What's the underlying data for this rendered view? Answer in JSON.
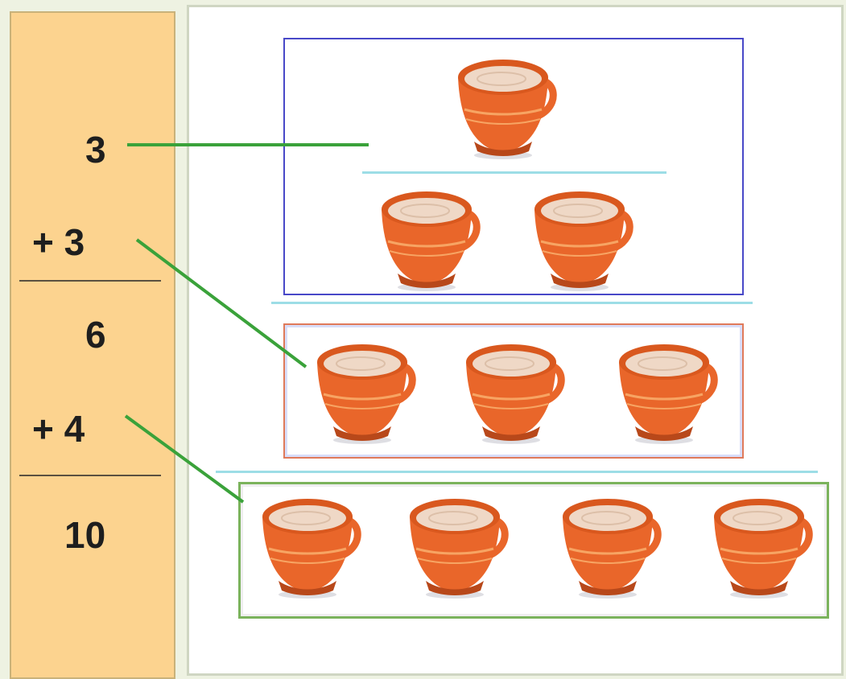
{
  "sum": {
    "top": "3",
    "plus1": "+ 3",
    "sub1": "6",
    "plus2": "+ 4",
    "total": "10"
  },
  "rows": [
    {
      "cups": 1
    },
    {
      "cups": 2
    },
    {
      "cups": 3
    },
    {
      "cups": 4
    }
  ],
  "colors": {
    "panel": "#fcd38f",
    "connector": "#3aa23a",
    "box_top": "#4848c8",
    "box_mid": "#e07a5a",
    "box_bottom": "#7bb35c",
    "separator": "#9ddde6",
    "cup": "#e9662a"
  },
  "icons": {
    "cup": "teacup-icon"
  }
}
